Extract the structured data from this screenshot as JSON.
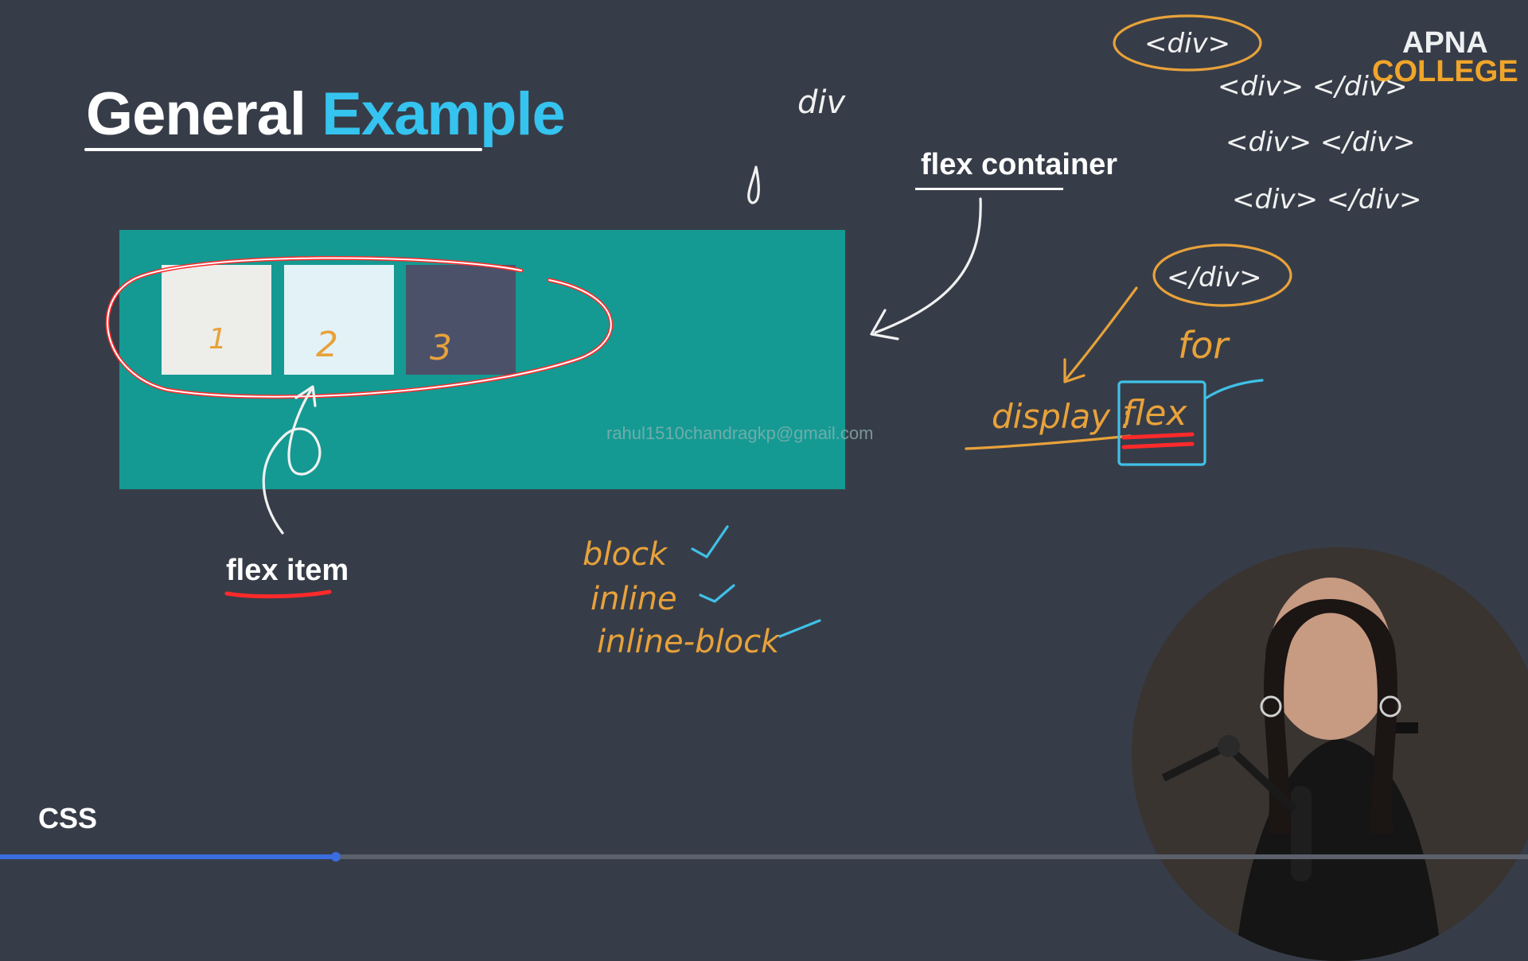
{
  "slide": {
    "title_part1": "General",
    "title_part2": "Example",
    "flex_container_label": "flex container",
    "flex_item_label": "flex item",
    "items": [
      "1",
      "2",
      "3"
    ],
    "watermark": "rahul1510chandragkp@gmail.com",
    "footer_tag": "CSS"
  },
  "logo": {
    "line1": "APNA",
    "line2": "COLLEGE"
  },
  "annotations": {
    "div_word": "div",
    "code_lines": [
      "<div>",
      "<div> </div>",
      "<div> </div>",
      "<div> </div>",
      "</div>"
    ],
    "for_word": "for",
    "display_prop": "display :",
    "display_value": "flex",
    "display_types": [
      "block",
      "inline",
      "inline-block"
    ]
  },
  "player": {
    "progress_fraction": 0.22
  },
  "colors": {
    "background": "#373d48",
    "accent_blue": "#35c3ef",
    "container_teal": "#149a93",
    "ink_orange": "#e8a23a",
    "ink_red": "#ff2a2a",
    "brand_orange": "#f0a52a"
  }
}
